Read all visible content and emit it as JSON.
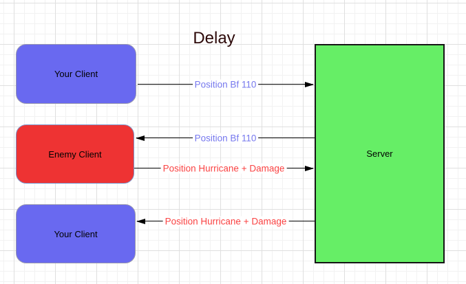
{
  "diagram": {
    "title": "Delay",
    "title_color": "#2d0a0a",
    "canvas": {
      "background": "#ffffff",
      "grid_minor_color": "#f2f2f2",
      "grid_major_color": "#dfdfdf"
    },
    "nodes": [
      {
        "id": "your-client-top",
        "label": "Your Client",
        "fill": "#6969f0",
        "border": "#9a9aae",
        "text_color": "#000000"
      },
      {
        "id": "enemy-client",
        "label": "Enemy Client",
        "fill": "#ee3333",
        "border": "#7c93c8",
        "text_color": "#000000"
      },
      {
        "id": "your-client-bottom",
        "label": "Your Client",
        "fill": "#6969f0",
        "border": "#9a9aae",
        "text_color": "#000000"
      },
      {
        "id": "server",
        "label": "Server",
        "fill": "#66ee66",
        "border": "#141414",
        "text_color": "#000000"
      }
    ],
    "arrows": [
      {
        "id": "your-client-to-server",
        "from": "your-client-top",
        "to": "server",
        "direction": "right",
        "label": "Position Bf 110",
        "label_color": "#7678ee",
        "line_color": "#000000"
      },
      {
        "id": "server-to-enemy-client",
        "from": "server",
        "to": "enemy-client",
        "direction": "left",
        "label": "Position Bf 110",
        "label_color": "#7678ee",
        "line_color": "#000000"
      },
      {
        "id": "enemy-client-to-server",
        "from": "enemy-client",
        "to": "server",
        "direction": "right",
        "label": "Position Hurricane + Damage",
        "label_color": "#fa4343",
        "line_color": "#000000"
      },
      {
        "id": "server-to-your-client",
        "from": "server",
        "to": "your-client-bottom",
        "direction": "left",
        "label": "Position Hurricane + Damage",
        "label_color": "#fa4343",
        "line_color": "#000000"
      }
    ]
  }
}
